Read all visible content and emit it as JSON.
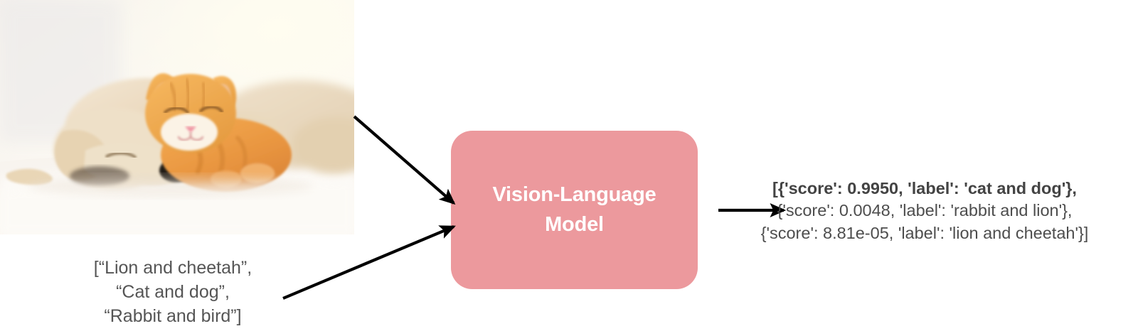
{
  "diagram": {
    "title": "Zero-shot image classification with a Vision-Language Model",
    "model_box": {
      "label": "Vision-Language\nModel",
      "fill_color": "#ec999d",
      "text_color": "#ffffff"
    },
    "input_image": {
      "alt": "Sleeping golden puppy and orange tabby kitten cuddling on a white blanket",
      "name": "puppy-and-kitten-photo"
    },
    "prompt": {
      "text": "[“Lion and cheetah”,\n“Cat and dog”,\n“Rabbit and bird”]",
      "lines": [
        "[“Lion and cheetah”,",
        "“Cat and dog”,",
        "“Rabbit and bird”]"
      ],
      "candidate_labels": [
        "Lion and cheetah",
        "Cat and dog",
        "Rabbit and bird"
      ]
    },
    "output": {
      "lines": [
        {
          "text": "[{'score': 0.9950, 'label': 'cat and dog'},",
          "bold": true
        },
        {
          "text": "{'score': 0.0048, 'label': 'rabbit and lion'},",
          "bold": false
        },
        {
          "text": "{'score': 8.81e-05, 'label': 'lion and cheetah'}]",
          "bold": false
        }
      ],
      "predictions": [
        {
          "score": "0.9950",
          "label": "cat and dog"
        },
        {
          "score": "0.0048",
          "label": "rabbit and lion"
        },
        {
          "score": "8.81e-05",
          "label": "lion and cheetah"
        }
      ]
    },
    "arrows": [
      {
        "name": "image-to-model-arrow",
        "from": "input-photo",
        "to": "model-box"
      },
      {
        "name": "prompt-to-model-arrow",
        "from": "prompt-text",
        "to": "model-box"
      },
      {
        "name": "model-to-output-arrow",
        "from": "model-box",
        "to": "output-text"
      }
    ],
    "colors": {
      "background": "#ffffff",
      "arrow": "#000000",
      "body_text": "#4d4d4d"
    }
  }
}
